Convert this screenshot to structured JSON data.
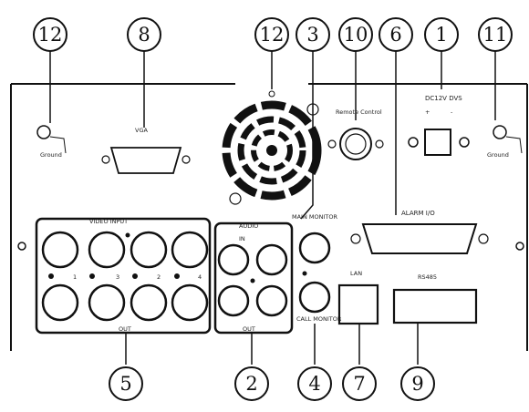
{
  "callouts": {
    "top": [
      "12",
      "8",
      "12",
      "3",
      "10",
      "6",
      "1",
      "11"
    ],
    "bottom": [
      "5",
      "2",
      "4",
      "7",
      "9"
    ]
  },
  "panel_labels": {
    "video_input": "VIDEO INPUT",
    "video_out": "OUT",
    "audio": "AUDIO",
    "audio_in": "IN",
    "audio_out": "OUT",
    "spot_monitor": "MAIN MONITOR",
    "call_monitor": "CALL MONITOR",
    "remote_control": "Remote Control",
    "dc_12v": "DC12V DVS",
    "alarm_io": "ALARM I/O",
    "vga": "VGA",
    "lan": "LAN",
    "rs485": "RS485",
    "ground_left": "Ground",
    "ground_right": "Ground"
  },
  "channel_numbers": [
    "1",
    "3",
    "2",
    "4"
  ]
}
